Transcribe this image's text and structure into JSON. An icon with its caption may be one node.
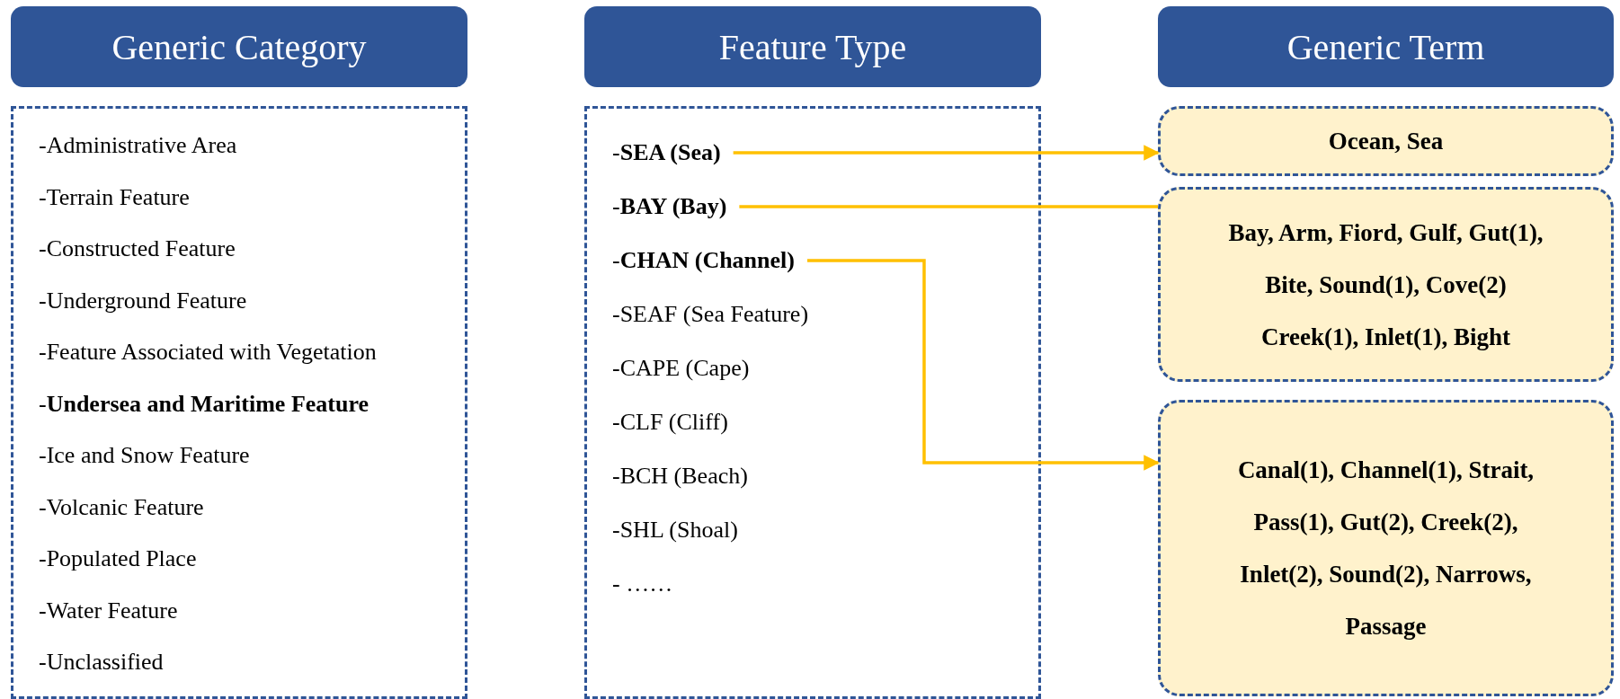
{
  "diagram": {
    "nodes": [
      {
        "text": [
          "Generic Category"
        ]
      },
      {
        "text": [
          "Feature Type"
        ]
      },
      {
        "text": [
          "Generic Term"
        ]
      },
      {
        "text": [
          "-Administrative Area",
          "-Terrain Feature",
          "-Constructed Feature",
          "-Underground Feature",
          "-Feature Associated with Vegetation",
          "-**Undersea and Maritime Feature**",
          "-Ice and Snow Feature",
          "-Volcanic Feature",
          "-Populated Place",
          "-Water Feature",
          "-Unclassified"
        ]
      },
      {
        "text": [],
        "shape": "box"
      },
      {
        "text": [
          "-**SEA (Sea)**"
        ],
        "in": 4
      },
      {
        "text": [
          "-**BAY (Bay)**"
        ],
        "in": 4
      },
      {
        "text": [
          "-**CHAN (Channel)**"
        ],
        "in": 4
      },
      {
        "text": [
          "-SEAF (Sea Feature)"
        ],
        "in": 4
      },
      {
        "text": [
          "-CAPE (Cape)"
        ],
        "in": 4
      },
      {
        "text": [
          "-CLF (Cliff)"
        ],
        "in": 4
      },
      {
        "text": [
          "-BCH (Beach)"
        ],
        "in": 4
      },
      {
        "text": [
          "-SHL (Shoal)"
        ],
        "in": 4
      },
      {
        "text": [
          "- ……"
        ],
        "in": 4
      },
      {
        "text": [
          "Ocean, Sea"
        ]
      },
      {
        "text": [
          "Bay, Arm, Fiord, Gulf, Gut(1), Bite, Sound(1), Cove(2) Creek(1), Inlet(1), Bight"
        ]
      },
      {
        "text": [
          "Canal(1), Channel(1), Strait, Pass(1), Gut(2), Creek(2), Inlet(2), Sound(2), Narrows, Passage"
        ]
      }
    ],
    "edges": [
      {
        "from": 5,
        "to": 14,
        "arrow": "to"
      },
      {
        "from": 6,
        "to": 15,
        "arrow": "none"
      },
      {
        "from": 7,
        "to": 16,
        "arrow": "to"
      }
    ]
  }
}
